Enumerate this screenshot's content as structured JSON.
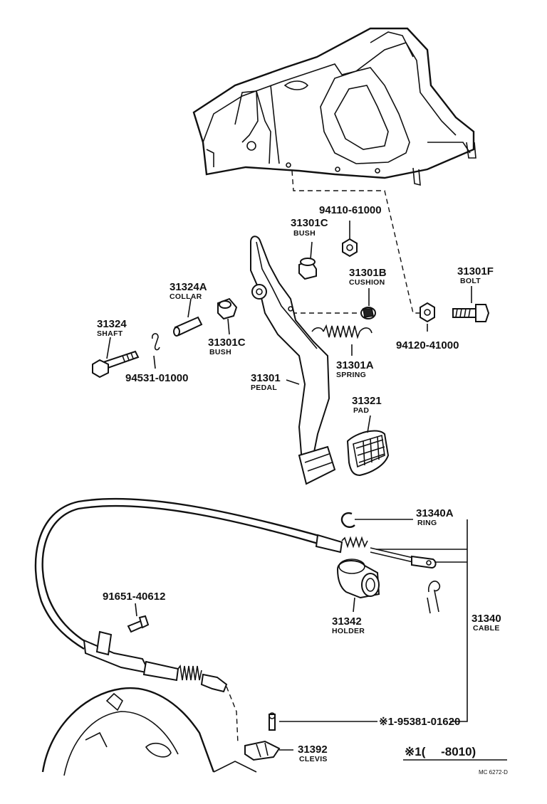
{
  "labels": {
    "nut_top": "94110-61000",
    "bush_upper_pn": "31301C",
    "bush_upper_nm": "BUSH",
    "cushion_pn": "31301B",
    "cushion_nm": "CUSHION",
    "bolt_pn": "31301F",
    "bolt_nm": "BOLT",
    "collar_pn": "31324A",
    "collar_nm": "COLLAR",
    "shaft_pn": "31324",
    "shaft_nm": "SHAFT",
    "bush_lower_pn": "31301C",
    "bush_lower_nm": "BUSH",
    "nut_right": "94120-41000",
    "clip": "94531-01000",
    "spring_pn": "31301A",
    "spring_nm": "SPRING",
    "pedal_pn": "31301",
    "pedal_nm": "PEDAL",
    "pad_pn": "31321",
    "pad_nm": "PAD",
    "ring_pn": "31340A",
    "ring_nm": "RING",
    "screw": "91651-40612",
    "holder_pn": "31342",
    "holder_nm": "HOLDER",
    "cable_pn": "31340",
    "cable_nm": "CABLE",
    "pin": "※1-95381-01620",
    "clevis_pn": "31392",
    "clevis_nm": "CLEVIS",
    "note": "※1(　 -8010)",
    "code": "MC 6272-D"
  }
}
